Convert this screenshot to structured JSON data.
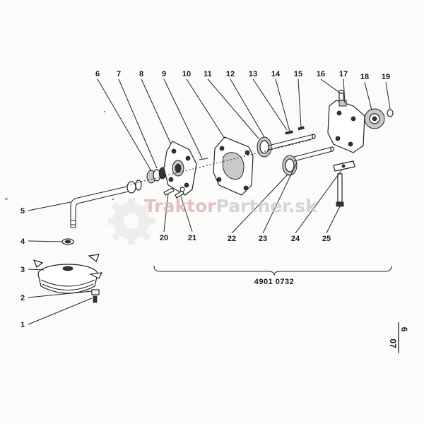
{
  "diagram": {
    "callouts": [
      {
        "id": "c1",
        "label": "1"
      },
      {
        "id": "c2",
        "label": "2"
      },
      {
        "id": "c3",
        "label": "3"
      },
      {
        "id": "c4",
        "label": "4"
      },
      {
        "id": "c5",
        "label": "5"
      },
      {
        "id": "c6",
        "label": "6"
      },
      {
        "id": "c7",
        "label": "7"
      },
      {
        "id": "c8",
        "label": "8"
      },
      {
        "id": "c9",
        "label": "9"
      },
      {
        "id": "c10",
        "label": "10"
      },
      {
        "id": "c11",
        "label": "11"
      },
      {
        "id": "c12",
        "label": "12"
      },
      {
        "id": "c13",
        "label": "13"
      },
      {
        "id": "c14",
        "label": "14"
      },
      {
        "id": "c15",
        "label": "15"
      },
      {
        "id": "c16",
        "label": "16"
      },
      {
        "id": "c17",
        "label": "17"
      },
      {
        "id": "c18",
        "label": "18"
      },
      {
        "id": "c19",
        "label": "19"
      },
      {
        "id": "c20",
        "label": "20"
      },
      {
        "id": "c21",
        "label": "21"
      },
      {
        "id": "c22",
        "label": "22"
      },
      {
        "id": "c23",
        "label": "23"
      },
      {
        "id": "c24",
        "label": "24"
      },
      {
        "id": "c25",
        "label": "25"
      }
    ],
    "assembly_number": "4901  0732",
    "page_mark_top": "6",
    "page_mark_bottom": "07",
    "edge_mark": "«",
    "watermark": {
      "part1": "Traktor",
      "part2": "Partner.sk"
    },
    "colors": {
      "ink": "#1a1a1a",
      "watermark_red": "#d9b0b3",
      "watermark_gear": "#dcdcdc"
    }
  }
}
